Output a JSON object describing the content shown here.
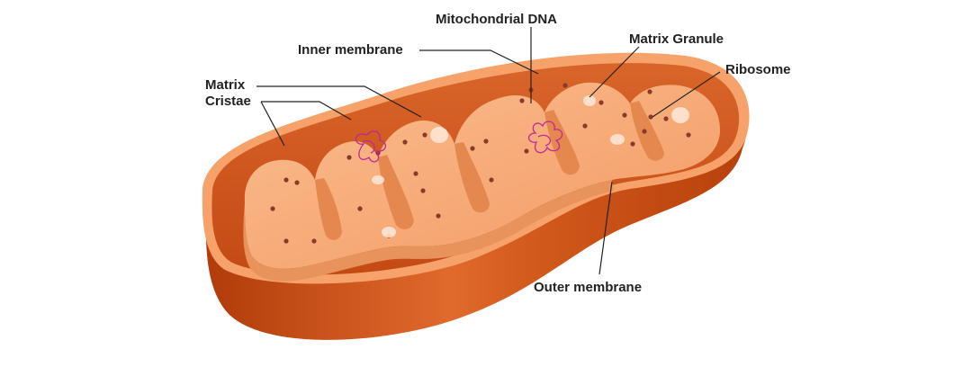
{
  "labels": {
    "mitochondrial_dna": "Mitochondrial DNA",
    "inner_membrane": "Inner membrane",
    "matrix_granule": "Matrix Granule",
    "ribosome": "Ribosome",
    "matrix": "Matrix",
    "cristae": "Cristae",
    "outer_membrane": "Outer membrane"
  },
  "colors": {
    "outer_shell": "#c9460f",
    "outer_shell_dark": "#9e3408",
    "outer_shell_light": "#e8733a",
    "rim": "#f6a26a",
    "inner_cavity": "#cf5a1e",
    "matrix_fill": "#f7ab78",
    "matrix_side": "#e8925c",
    "dots": "#8a3a2a",
    "granule": "#fde6d6",
    "dna": "#c0279b",
    "leader_line": "#222222"
  }
}
